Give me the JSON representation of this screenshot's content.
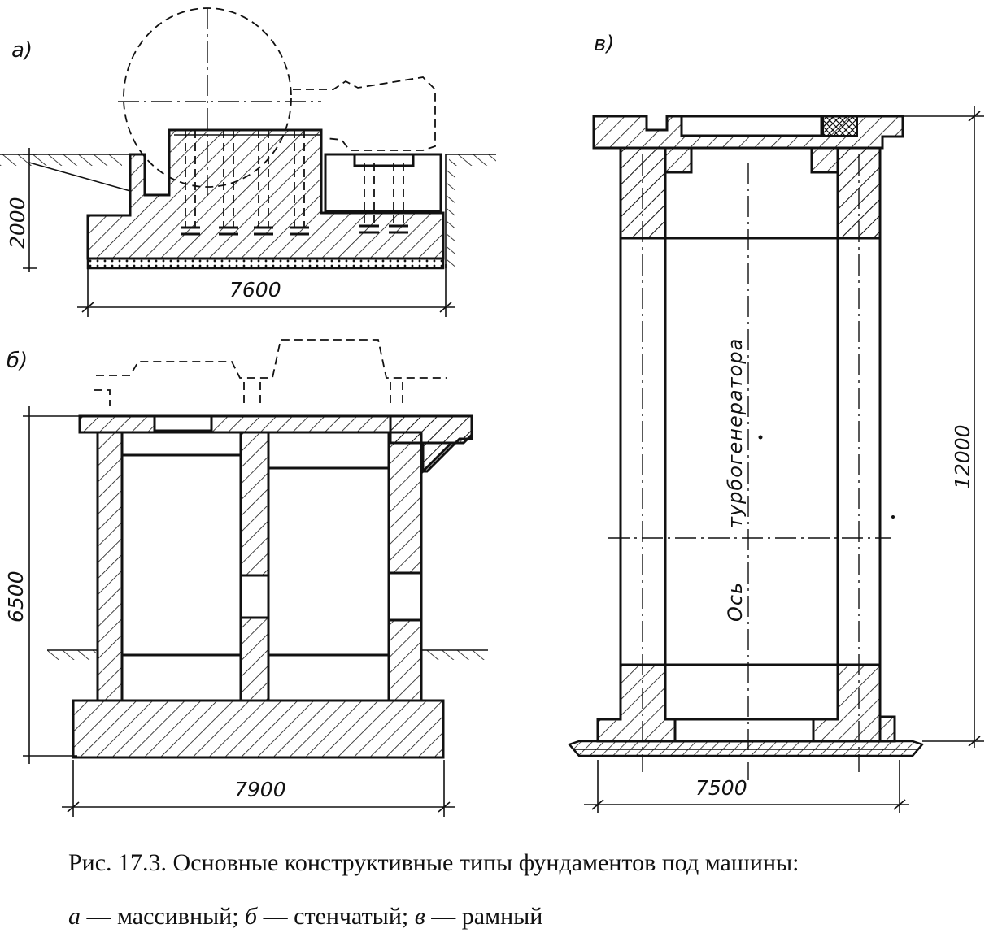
{
  "panels": {
    "a": {
      "label": "а)",
      "dim_width": "7600",
      "dim_height": "2000"
    },
    "b": {
      "label": "б)",
      "dim_width": "7900",
      "dim_height": "6500"
    },
    "v": {
      "label": "в)",
      "dim_width": "7500",
      "dim_height": "12000",
      "axis_label_1": "Ось",
      "axis_label_2": "турбогенератора"
    }
  },
  "caption": {
    "title": "Рис. 17.3. Основные конструктивные типы фундаментов под машины:",
    "legend": [
      {
        "key": "а",
        "text": "массивный;"
      },
      {
        "key": "б",
        "text": "стенчатый;"
      },
      {
        "key": "в",
        "text": "рамный"
      }
    ],
    "separator": "—"
  }
}
